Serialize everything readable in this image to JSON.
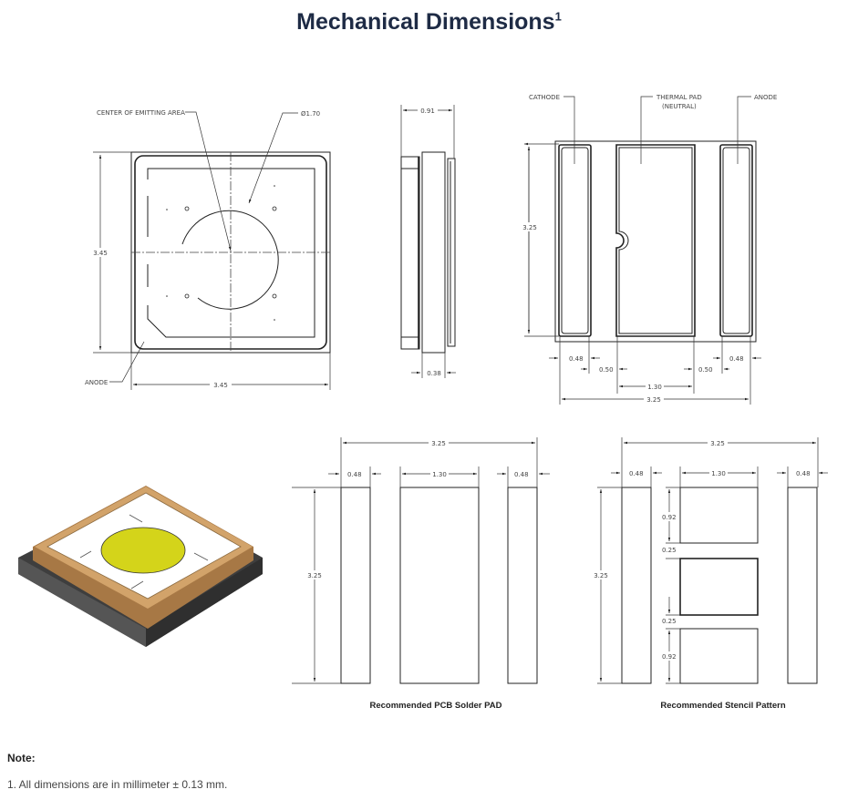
{
  "title": "Mechanical Dimensions",
  "title_sup": "1",
  "top_view": {
    "center_label": "CENTER OF EMITTING AREA",
    "diameter_label": "Ø1.70",
    "anode_label": "ANODE",
    "height": "3.45",
    "width": "3.45"
  },
  "side_view": {
    "thickness": "0.91",
    "body": "0.38"
  },
  "bottom_view": {
    "cathode": "CATHODE",
    "thermal_pad": "THERMAL PAD",
    "neutral": "(NEUTRAL)",
    "anode": "ANODE",
    "height": "3.25",
    "pad_left": "0.48",
    "gap_left": "0.50",
    "thermal_width": "1.30",
    "gap_right": "0.50",
    "pad_right": "0.48",
    "total_width": "3.25"
  },
  "pcb_pad": {
    "total": "3.25",
    "left": "0.48",
    "mid": "1.30",
    "right": "0.48",
    "height": "3.25",
    "caption": "Recommended PCB Solder PAD"
  },
  "stencil": {
    "total": "3.25",
    "left": "0.48",
    "mid": "1.30",
    "right": "0.48",
    "height": "3.25",
    "seg1": "0.92",
    "gap1": "0.25",
    "gap2": "0.25",
    "seg3": "0.92",
    "caption": "Recommended Stencil Pattern"
  },
  "colors": {
    "title": "#1e2b45",
    "emitter": "#d4d41a",
    "frame": "#c8955a",
    "base": "#4a4a4a"
  },
  "note": {
    "heading": "Note:",
    "items": [
      "1. All dimensions are in millimeter ± 0.13 mm."
    ]
  }
}
